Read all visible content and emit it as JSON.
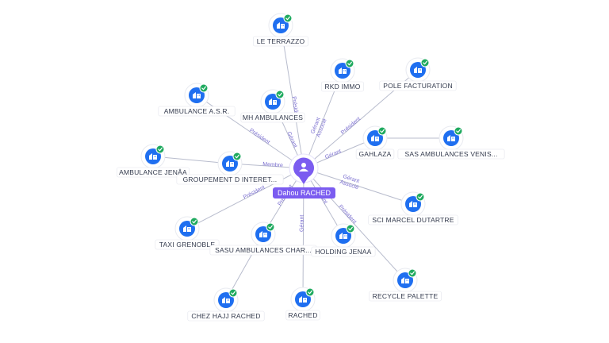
{
  "center": {
    "label": "Dahou RACHED",
    "icon": "person-icon",
    "color": "#7b5cf0"
  },
  "colors": {
    "node": "#1f6ff0",
    "check": "#1faa5f",
    "edge": "#b8bccd",
    "edge_label": "#7b6fd0"
  },
  "nodes": [
    {
      "id": "le-terrazzo",
      "label": "LE TERRAZZO",
      "icon": "building-icon",
      "badge": "check-icon"
    },
    {
      "id": "rkd-immo",
      "label": "RKD IMMO",
      "icon": "building-icon",
      "badge": "check-icon"
    },
    {
      "id": "pole-facturation",
      "label": "POLE FACTURATION",
      "icon": "building-icon",
      "badge": "check-icon"
    },
    {
      "id": "ambulance-asr",
      "label": "AMBULANCE A.S.R.",
      "icon": "building-icon",
      "badge": "check-icon"
    },
    {
      "id": "mh-ambulances",
      "label": "MH AMBULANCES",
      "icon": "building-icon",
      "badge": "check-icon"
    },
    {
      "id": "gahlaza",
      "label": "GAHLAZA",
      "icon": "building-icon",
      "badge": "check-icon"
    },
    {
      "id": "sas-ambulances-venis",
      "label": "SAS AMBULANCES VENIS...",
      "icon": "building-icon",
      "badge": "check-icon"
    },
    {
      "id": "ambulance-jenaa",
      "label": "AMBULANCE JENÂA",
      "icon": "building-icon",
      "badge": "check-icon"
    },
    {
      "id": "groupement",
      "label": "GROUPEMENT D INTERET...",
      "icon": "building-icon",
      "badge": "check-icon"
    },
    {
      "id": "sci-marcel",
      "label": "SCI MARCEL DUTARTRE",
      "icon": "building-icon",
      "badge": "check-icon"
    },
    {
      "id": "taxi-grenoble",
      "label": "TAXI GRENOBLE",
      "icon": "building-icon",
      "badge": "check-icon"
    },
    {
      "id": "sasu-ambulances",
      "label": "SASU AMBULANCES CHAR...",
      "icon": "building-icon",
      "badge": "check-icon"
    },
    {
      "id": "holding-jenaa",
      "label": "HOLDING JENAA",
      "icon": "building-icon",
      "badge": "check-icon"
    },
    {
      "id": "recycle-palette",
      "label": "RECYCLE PALETTE",
      "icon": "building-icon",
      "badge": "check-icon"
    },
    {
      "id": "chez-hajj",
      "label": "CHEZ HAJJ RACHED",
      "icon": "building-icon",
      "badge": "check-icon"
    },
    {
      "id": "rached",
      "label": "RACHED",
      "icon": "building-icon",
      "badge": "check-icon"
    }
  ],
  "edges": [
    {
      "from": "center",
      "to": "le-terrazzo",
      "labels": [
        "Président"
      ]
    },
    {
      "from": "center",
      "to": "rkd-immo",
      "labels": [
        "Gérant",
        "Associé"
      ]
    },
    {
      "from": "center",
      "to": "pole-facturation",
      "labels": [
        "Président"
      ]
    },
    {
      "from": "center",
      "to": "mh-ambulances",
      "labels": [
        "Gérant"
      ]
    },
    {
      "from": "center",
      "to": "ambulance-asr",
      "labels": [
        "Président"
      ]
    },
    {
      "from": "center",
      "to": "gahlaza",
      "labels": [
        "Gérant"
      ]
    },
    {
      "from": "center",
      "to": "groupement",
      "labels": [
        "Membre"
      ]
    },
    {
      "from": "center",
      "to": "sci-marcel",
      "labels": [
        "Gérant",
        "Associé"
      ]
    },
    {
      "from": "center",
      "to": "taxi-grenoble",
      "labels": [
        "Président"
      ]
    },
    {
      "from": "center",
      "to": "sasu-ambulances",
      "labels": [
        "Président"
      ]
    },
    {
      "from": "center",
      "to": "holding-jenaa",
      "labels": [
        "Gérant"
      ]
    },
    {
      "from": "center",
      "to": "recycle-palette",
      "labels": [
        "Président"
      ]
    },
    {
      "from": "center",
      "to": "rached",
      "labels": [
        "Gérant"
      ]
    },
    {
      "from": "gahlaza",
      "to": "sas-ambulances-venis",
      "labels": []
    },
    {
      "from": "groupement",
      "to": "ambulance-jenaa",
      "labels": []
    },
    {
      "from": "sasu-ambulances",
      "to": "chez-hajj",
      "labels": []
    }
  ]
}
